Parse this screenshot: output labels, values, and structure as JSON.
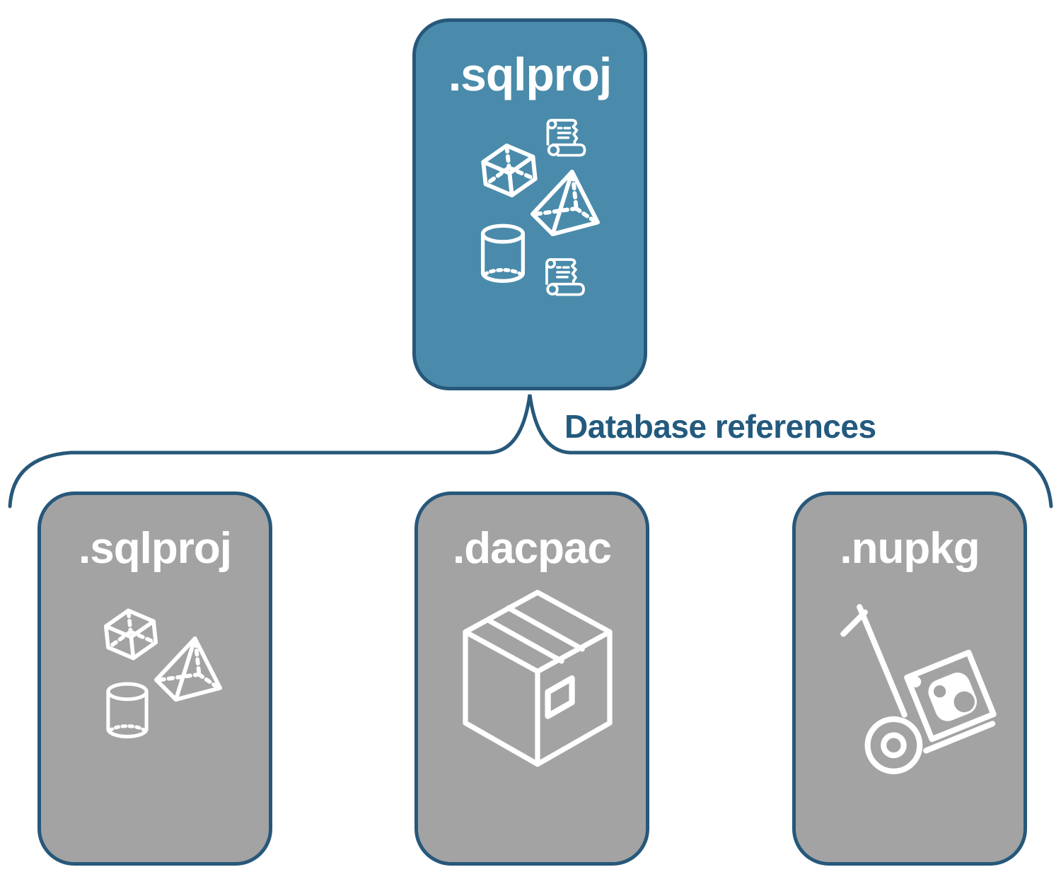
{
  "diagram": {
    "root": {
      "label": ".sqlproj",
      "icons": [
        "scroll-icon",
        "cube-icon",
        "pyramid-icon",
        "cylinder-icon",
        "scroll-icon"
      ]
    },
    "connector_label": "Database references",
    "children": [
      {
        "label": ".sqlproj",
        "icons": [
          "cube-icon",
          "pyramid-icon",
          "cylinder-icon"
        ]
      },
      {
        "label": ".dacpac",
        "icons": [
          "package-box-icon"
        ]
      },
      {
        "label": ".nupkg",
        "icons": [
          "nuget-handtruck-icon"
        ]
      }
    ]
  },
  "colors": {
    "root_fill": "#4a8bab",
    "child_fill": "#a3a3a3",
    "border": "#27587a",
    "label_text": "#235a7e",
    "icon_stroke": "#ffffff"
  }
}
